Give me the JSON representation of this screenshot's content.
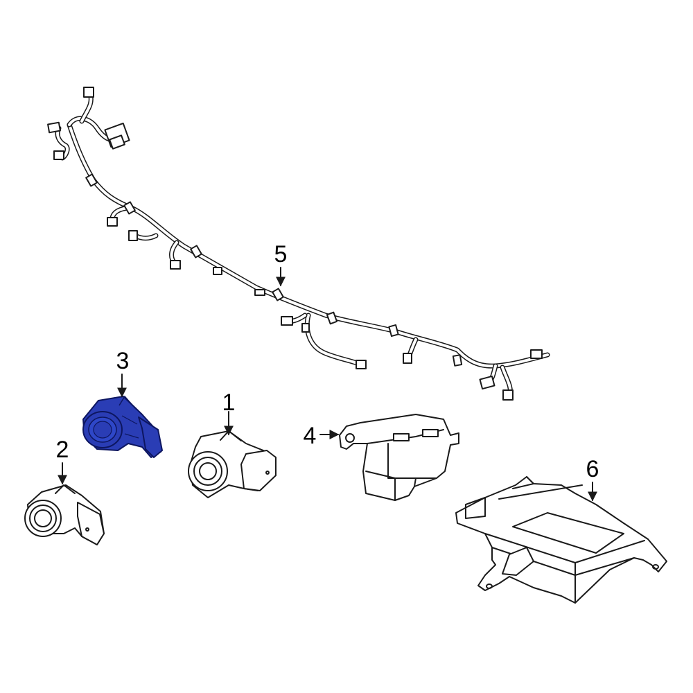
{
  "diagram": {
    "callouts": [
      {
        "id": "1",
        "label": "1"
      },
      {
        "id": "2",
        "label": "2"
      },
      {
        "id": "3",
        "label": "3"
      },
      {
        "id": "4",
        "label": "4"
      },
      {
        "id": "5",
        "label": "5"
      },
      {
        "id": "6",
        "label": "6"
      }
    ],
    "highlight_color": "#2a3db5",
    "parts": [
      {
        "callout": "1",
        "icon": "parking-sensor"
      },
      {
        "callout": "2",
        "icon": "parking-sensor"
      },
      {
        "callout": "3",
        "icon": "parking-sensor-highlighted"
      },
      {
        "callout": "4",
        "icon": "sensor-bracket"
      },
      {
        "callout": "5",
        "icon": "wiring-harness"
      },
      {
        "callout": "6",
        "icon": "control-module"
      }
    ]
  }
}
